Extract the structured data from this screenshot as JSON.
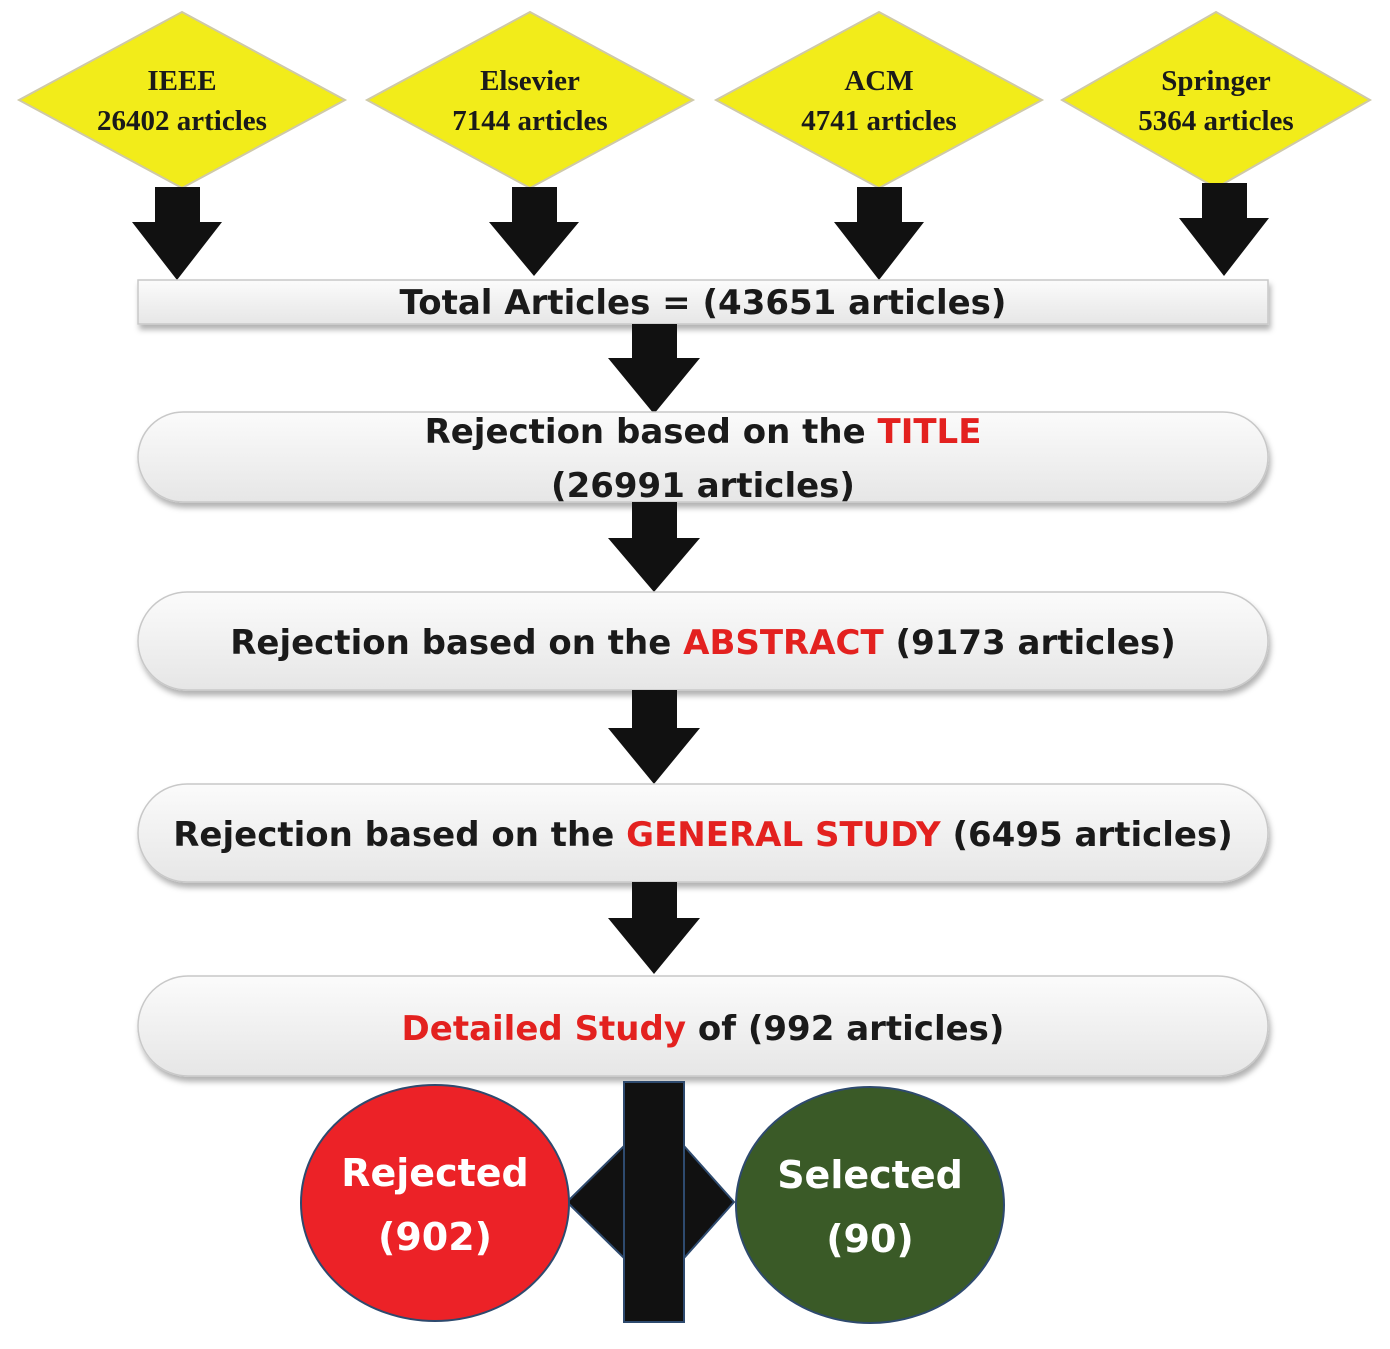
{
  "sources": [
    {
      "name": "IEEE",
      "count": "26402 articles"
    },
    {
      "name": "Elsevier",
      "count": "7144 articles"
    },
    {
      "name": "ACM",
      "count": "4741 articles"
    },
    {
      "name": "Springer",
      "count": "5364 articles"
    }
  ],
  "total": {
    "label": "Total Articles =  ",
    "count": "(43651 articles)"
  },
  "title_step": {
    "prefix": "Rejection based on the ",
    "keyword": "TITLE",
    "count": "(26991 articles)"
  },
  "abstract_step": {
    "prefix": "Rejection based on the ",
    "keyword": "ABSTRACT",
    "suffix": " (9173 articles)"
  },
  "general_step": {
    "prefix": "Rejection based on the ",
    "keyword": "GENERAL STUDY",
    "suffix": "  (6495 articles)"
  },
  "detailed_step": {
    "keyword": "Detailed Study",
    "suffix": " of  (992 articles)"
  },
  "rejected": {
    "label": "Rejected",
    "count": "(902)"
  },
  "selected": {
    "label": "Selected",
    "count": "(90)"
  },
  "colors": {
    "diamond": "#f2ec1a",
    "keyword": "#e3211f",
    "rejected": "#ec2227",
    "selected": "#3a5a27",
    "arrow": "#111111",
    "box": "#ededed"
  }
}
